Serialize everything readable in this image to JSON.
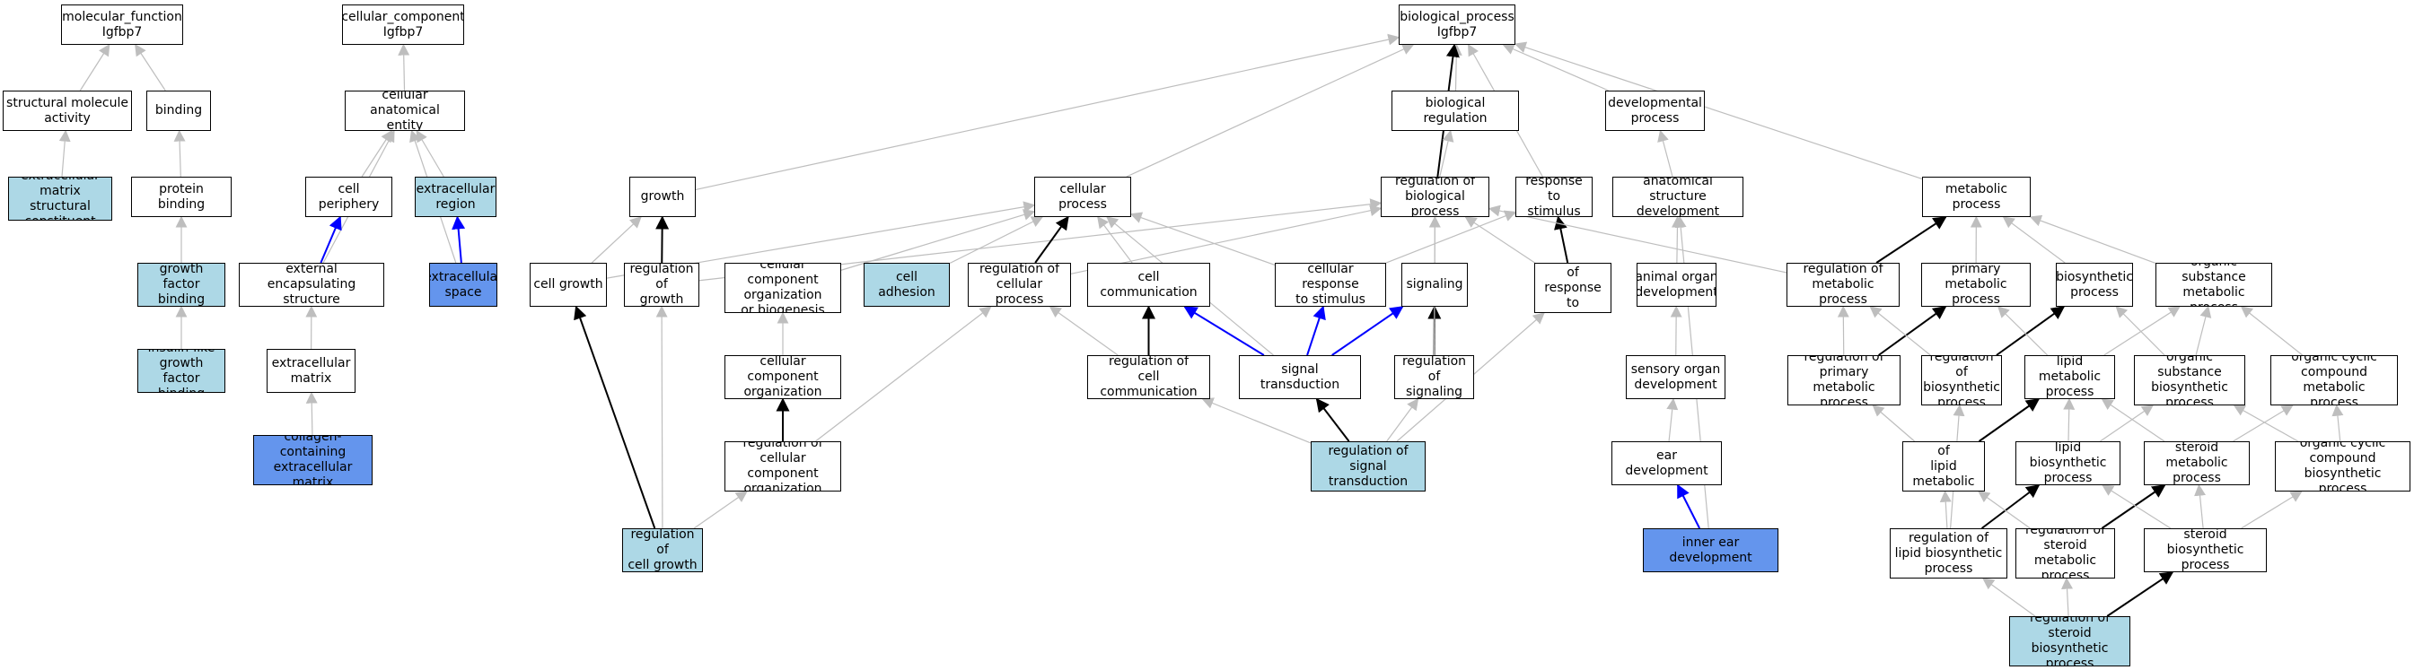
{
  "styles": {
    "none": "#ffffff",
    "light": "#add8e6",
    "dark": "#6495ed",
    "edge_gray": "#bebebe",
    "edge_black": "#000000",
    "edge_blue": "#0000ff"
  },
  "nodes": [
    {
      "id": "mf",
      "label": "molecular_function\nIgfbp7",
      "style": "none"
    },
    {
      "id": "sma",
      "label": "structural molecule\nactivity",
      "style": "none"
    },
    {
      "id": "binding",
      "label": "binding",
      "style": "none"
    },
    {
      "id": "emsc",
      "label": "extracellular\nmatrix structural\nconstituent",
      "style": "light"
    },
    {
      "id": "protbind",
      "label": "protein binding",
      "style": "none"
    },
    {
      "id": "gfb",
      "label": "growth factor\nbinding",
      "style": "light"
    },
    {
      "id": "iglgfb",
      "label": "insulin-like\ngrowth factor\nbinding",
      "style": "light"
    },
    {
      "id": "cc",
      "label": "cellular_component\nIgfbp7",
      "style": "none"
    },
    {
      "id": "cae",
      "label": "cellular anatomical\nentity",
      "style": "none"
    },
    {
      "id": "cperiph",
      "label": "cell periphery",
      "style": "none"
    },
    {
      "id": "exreg",
      "label": "extracellular\nregion",
      "style": "light"
    },
    {
      "id": "ees",
      "label": "external encapsulating\nstructure",
      "style": "none"
    },
    {
      "id": "exspace",
      "label": "extracellular\nspace",
      "style": "dark"
    },
    {
      "id": "exmatrix",
      "label": "extracellular\nmatrix",
      "style": "none"
    },
    {
      "id": "ccem",
      "label": "collagen-containing\nextracellular\nmatrix",
      "style": "dark"
    },
    {
      "id": "bp",
      "label": "biological_process\nIgfbp7",
      "style": "none"
    },
    {
      "id": "bioreg",
      "label": "biological regulation",
      "style": "none"
    },
    {
      "id": "devproc",
      "label": "developmental\nprocess",
      "style": "none"
    },
    {
      "id": "growth",
      "label": "growth",
      "style": "none"
    },
    {
      "id": "cellproc",
      "label": "cellular process",
      "style": "none"
    },
    {
      "id": "rbp",
      "label": "regulation of\nbiological process",
      "style": "none"
    },
    {
      "id": "rts",
      "label": "response to\nstimulus",
      "style": "none"
    },
    {
      "id": "asd",
      "label": "anatomical structure\ndevelopment",
      "style": "none"
    },
    {
      "id": "metproc",
      "label": "metabolic process",
      "style": "none"
    },
    {
      "id": "cellgrowth",
      "label": "cell growth",
      "style": "none"
    },
    {
      "id": "regrowth",
      "label": "regulation of\ngrowth",
      "style": "none"
    },
    {
      "id": "ccob",
      "label": "cellular component\norganization\nor biogenesis",
      "style": "none"
    },
    {
      "id": "celladh",
      "label": "cell adhesion",
      "style": "light"
    },
    {
      "id": "regcp",
      "label": "regulation of\ncellular process",
      "style": "none"
    },
    {
      "id": "cellcomm",
      "label": "cell communication",
      "style": "none"
    },
    {
      "id": "crs",
      "label": "cellular response\nto stimulus",
      "style": "none"
    },
    {
      "id": "signaling",
      "label": "signaling",
      "style": "none"
    },
    {
      "id": "regrts",
      "label": "regulation of\nresponse to\nstimulus",
      "style": "none"
    },
    {
      "id": "aod",
      "label": "animal organ\ndevelopment",
      "style": "none"
    },
    {
      "id": "regmp",
      "label": "regulation of\nmetabolic process",
      "style": "none"
    },
    {
      "id": "pmp",
      "label": "primary metabolic\nprocess",
      "style": "none"
    },
    {
      "id": "biosyn",
      "label": "biosynthetic\nprocess",
      "style": "none"
    },
    {
      "id": "osmp",
      "label": "organic substance\nmetabolic process",
      "style": "none"
    },
    {
      "id": "cco",
      "label": "cellular component\norganization",
      "style": "none"
    },
    {
      "id": "regcc",
      "label": "regulation of\ncell communication",
      "style": "none"
    },
    {
      "id": "sigtrans",
      "label": "signal transduction",
      "style": "none"
    },
    {
      "id": "regsig",
      "label": "regulation of\nsignaling",
      "style": "none"
    },
    {
      "id": "sod",
      "label": "sensory organ\ndevelopment",
      "style": "none"
    },
    {
      "id": "regpmp",
      "label": "regulation of\nprimary metabolic\nprocess",
      "style": "none"
    },
    {
      "id": "regbp",
      "label": "regulation of\nbiosynthetic\nprocess",
      "style": "none"
    },
    {
      "id": "lmp",
      "label": "lipid metabolic\nprocess",
      "style": "none"
    },
    {
      "id": "osbp",
      "label": "organic substance\nbiosynthetic\nprocess",
      "style": "none"
    },
    {
      "id": "occmp",
      "label": "organic cyclic\ncompound metabolic\nprocess",
      "style": "none"
    },
    {
      "id": "regcco",
      "label": "regulation of\ncellular component\norganization",
      "style": "none"
    },
    {
      "id": "regst",
      "label": "regulation of\nsignal transduction",
      "style": "light"
    },
    {
      "id": "eardev",
      "label": "ear development",
      "style": "none"
    },
    {
      "id": "reglmp",
      "label": "regulation of\nlipid metabolic\nprocess",
      "style": "none"
    },
    {
      "id": "lbp",
      "label": "lipid biosynthetic\nprocess",
      "style": "none"
    },
    {
      "id": "smp",
      "label": "steroid metabolic\nprocess",
      "style": "none"
    },
    {
      "id": "occbp",
      "label": "organic cyclic\ncompound biosynthetic\nprocess",
      "style": "none"
    },
    {
      "id": "regcg",
      "label": "regulation of\ncell growth",
      "style": "light"
    },
    {
      "id": "ied",
      "label": "inner ear development",
      "style": "dark"
    },
    {
      "id": "reglbp",
      "label": "regulation of\nlipid biosynthetic\nprocess",
      "style": "none"
    },
    {
      "id": "regsmp",
      "label": "regulation of\nsteroid metabolic\nprocess",
      "style": "none"
    },
    {
      "id": "sbp",
      "label": "steroid biosynthetic\nprocess",
      "style": "none"
    },
    {
      "id": "regsbp",
      "label": "regulation of\nsteroid biosynthetic\nprocess",
      "style": "light"
    }
  ],
  "edges": [
    {
      "from": "sma",
      "to": "mf",
      "style": "gray"
    },
    {
      "from": "binding",
      "to": "mf",
      "style": "gray"
    },
    {
      "from": "emsc",
      "to": "sma",
      "style": "gray"
    },
    {
      "from": "protbind",
      "to": "binding",
      "style": "gray"
    },
    {
      "from": "gfb",
      "to": "protbind",
      "style": "gray"
    },
    {
      "from": "iglgfb",
      "to": "gfb",
      "style": "gray"
    },
    {
      "from": "cae",
      "to": "cc",
      "style": "gray"
    },
    {
      "from": "cperiph",
      "to": "cae",
      "style": "gray"
    },
    {
      "from": "exreg",
      "to": "cae",
      "style": "gray"
    },
    {
      "from": "ees",
      "to": "cae",
      "style": "gray"
    },
    {
      "from": "exspace",
      "to": "cae",
      "style": "gray"
    },
    {
      "from": "ees",
      "to": "cperiph",
      "style": "blue"
    },
    {
      "from": "exspace",
      "to": "exreg",
      "style": "blue"
    },
    {
      "from": "exmatrix",
      "to": "ees",
      "style": "gray"
    },
    {
      "from": "ccem",
      "to": "exmatrix",
      "style": "gray"
    },
    {
      "from": "growth",
      "to": "bp",
      "style": "gray"
    },
    {
      "from": "cellproc",
      "to": "bp",
      "style": "gray"
    },
    {
      "from": "bioreg",
      "to": "bp",
      "style": "gray"
    },
    {
      "from": "rbp",
      "to": "bp",
      "style": "black"
    },
    {
      "from": "rts",
      "to": "bp",
      "style": "gray"
    },
    {
      "from": "devproc",
      "to": "bp",
      "style": "gray"
    },
    {
      "from": "metproc",
      "to": "bp",
      "style": "gray"
    },
    {
      "from": "rbp",
      "to": "bioreg",
      "style": "gray"
    },
    {
      "from": "asd",
      "to": "devproc",
      "style": "gray"
    },
    {
      "from": "cellgrowth",
      "to": "growth",
      "style": "gray"
    },
    {
      "from": "cellgrowth",
      "to": "cellproc",
      "style": "gray"
    },
    {
      "from": "regrowth",
      "to": "growth",
      "style": "black"
    },
    {
      "from": "regrowth",
      "to": "rbp",
      "style": "gray"
    },
    {
      "from": "ccob",
      "to": "cellproc",
      "style": "gray"
    },
    {
      "from": "celladh",
      "to": "cellproc",
      "style": "gray"
    },
    {
      "from": "regcp",
      "to": "cellproc",
      "style": "black"
    },
    {
      "from": "regcp",
      "to": "rbp",
      "style": "gray"
    },
    {
      "from": "cellcomm",
      "to": "cellproc",
      "style": "gray"
    },
    {
      "from": "crs",
      "to": "cellproc",
      "style": "gray"
    },
    {
      "from": "crs",
      "to": "rts",
      "style": "gray"
    },
    {
      "from": "signaling",
      "to": "rbp",
      "style": "gray"
    },
    {
      "from": "regrts",
      "to": "rts",
      "style": "black"
    },
    {
      "from": "regrts",
      "to": "rbp",
      "style": "gray"
    },
    {
      "from": "aod",
      "to": "asd",
      "style": "gray"
    },
    {
      "from": "regmp",
      "to": "metproc",
      "style": "black"
    },
    {
      "from": "regmp",
      "to": "rbp",
      "style": "gray"
    },
    {
      "from": "pmp",
      "to": "metproc",
      "style": "gray"
    },
    {
      "from": "biosyn",
      "to": "metproc",
      "style": "gray"
    },
    {
      "from": "osmp",
      "to": "metproc",
      "style": "gray"
    },
    {
      "from": "cco",
      "to": "ccob",
      "style": "gray"
    },
    {
      "from": "regcco",
      "to": "cco",
      "style": "black"
    },
    {
      "from": "regcco",
      "to": "regcp",
      "style": "gray"
    },
    {
      "from": "regcg",
      "to": "cellgrowth",
      "style": "black"
    },
    {
      "from": "regcg",
      "to": "regrowth",
      "style": "gray"
    },
    {
      "from": "regcg",
      "to": "regcco",
      "style": "gray"
    },
    {
      "from": "regcc",
      "to": "cellcomm",
      "style": "black"
    },
    {
      "from": "regcc",
      "to": "regcp",
      "style": "gray"
    },
    {
      "from": "sigtrans",
      "to": "cellcomm",
      "style": "blue"
    },
    {
      "from": "sigtrans",
      "to": "crs",
      "style": "blue"
    },
    {
      "from": "sigtrans",
      "to": "signaling",
      "style": "blue"
    },
    {
      "from": "sigtrans",
      "to": "cellproc",
      "style": "gray"
    },
    {
      "from": "regsig",
      "to": "signaling",
      "style": "black"
    },
    {
      "from": "regsig",
      "to": "rbp",
      "style": "gray"
    },
    {
      "from": "regst",
      "to": "sigtrans",
      "style": "black"
    },
    {
      "from": "regst",
      "to": "regcc",
      "style": "gray"
    },
    {
      "from": "regst",
      "to": "regsig",
      "style": "gray"
    },
    {
      "from": "regst",
      "to": "regrts",
      "style": "gray"
    },
    {
      "from": "sod",
      "to": "aod",
      "style": "gray"
    },
    {
      "from": "eardev",
      "to": "sod",
      "style": "gray"
    },
    {
      "from": "ied",
      "to": "eardev",
      "style": "blue"
    },
    {
      "from": "ied",
      "to": "asd",
      "style": "gray"
    },
    {
      "from": "regpmp",
      "to": "regmp",
      "style": "gray"
    },
    {
      "from": "regpmp",
      "to": "pmp",
      "style": "black"
    },
    {
      "from": "regbp",
      "to": "regmp",
      "style": "gray"
    },
    {
      "from": "regbp",
      "to": "biosyn",
      "style": "black"
    },
    {
      "from": "lmp",
      "to": "pmp",
      "style": "gray"
    },
    {
      "from": "lmp",
      "to": "osmp",
      "style": "gray"
    },
    {
      "from": "osbp",
      "to": "biosyn",
      "style": "gray"
    },
    {
      "from": "osbp",
      "to": "osmp",
      "style": "gray"
    },
    {
      "from": "occmp",
      "to": "osmp",
      "style": "gray"
    },
    {
      "from": "reglmp",
      "to": "lmp",
      "style": "black"
    },
    {
      "from": "reglmp",
      "to": "regpmp",
      "style": "gray"
    },
    {
      "from": "lbp",
      "to": "lmp",
      "style": "gray"
    },
    {
      "from": "lbp",
      "to": "osbp",
      "style": "gray"
    },
    {
      "from": "smp",
      "to": "lmp",
      "style": "gray"
    },
    {
      "from": "smp",
      "to": "occmp",
      "style": "gray"
    },
    {
      "from": "occbp",
      "to": "osbp",
      "style": "gray"
    },
    {
      "from": "occbp",
      "to": "occmp",
      "style": "gray"
    },
    {
      "from": "reglbp",
      "to": "reglmp",
      "style": "gray"
    },
    {
      "from": "reglbp",
      "to": "lbp",
      "style": "black"
    },
    {
      "from": "reglbp",
      "to": "regbp",
      "style": "gray"
    },
    {
      "from": "regsmp",
      "to": "reglmp",
      "style": "gray"
    },
    {
      "from": "regsmp",
      "to": "smp",
      "style": "black"
    },
    {
      "from": "sbp",
      "to": "lbp",
      "style": "gray"
    },
    {
      "from": "sbp",
      "to": "smp",
      "style": "gray"
    },
    {
      "from": "sbp",
      "to": "occbp",
      "style": "gray"
    },
    {
      "from": "regsbp",
      "to": "reglbp",
      "style": "gray"
    },
    {
      "from": "regsbp",
      "to": "regsmp",
      "style": "gray"
    },
    {
      "from": "regsbp",
      "to": "sbp",
      "style": "black"
    }
  ]
}
